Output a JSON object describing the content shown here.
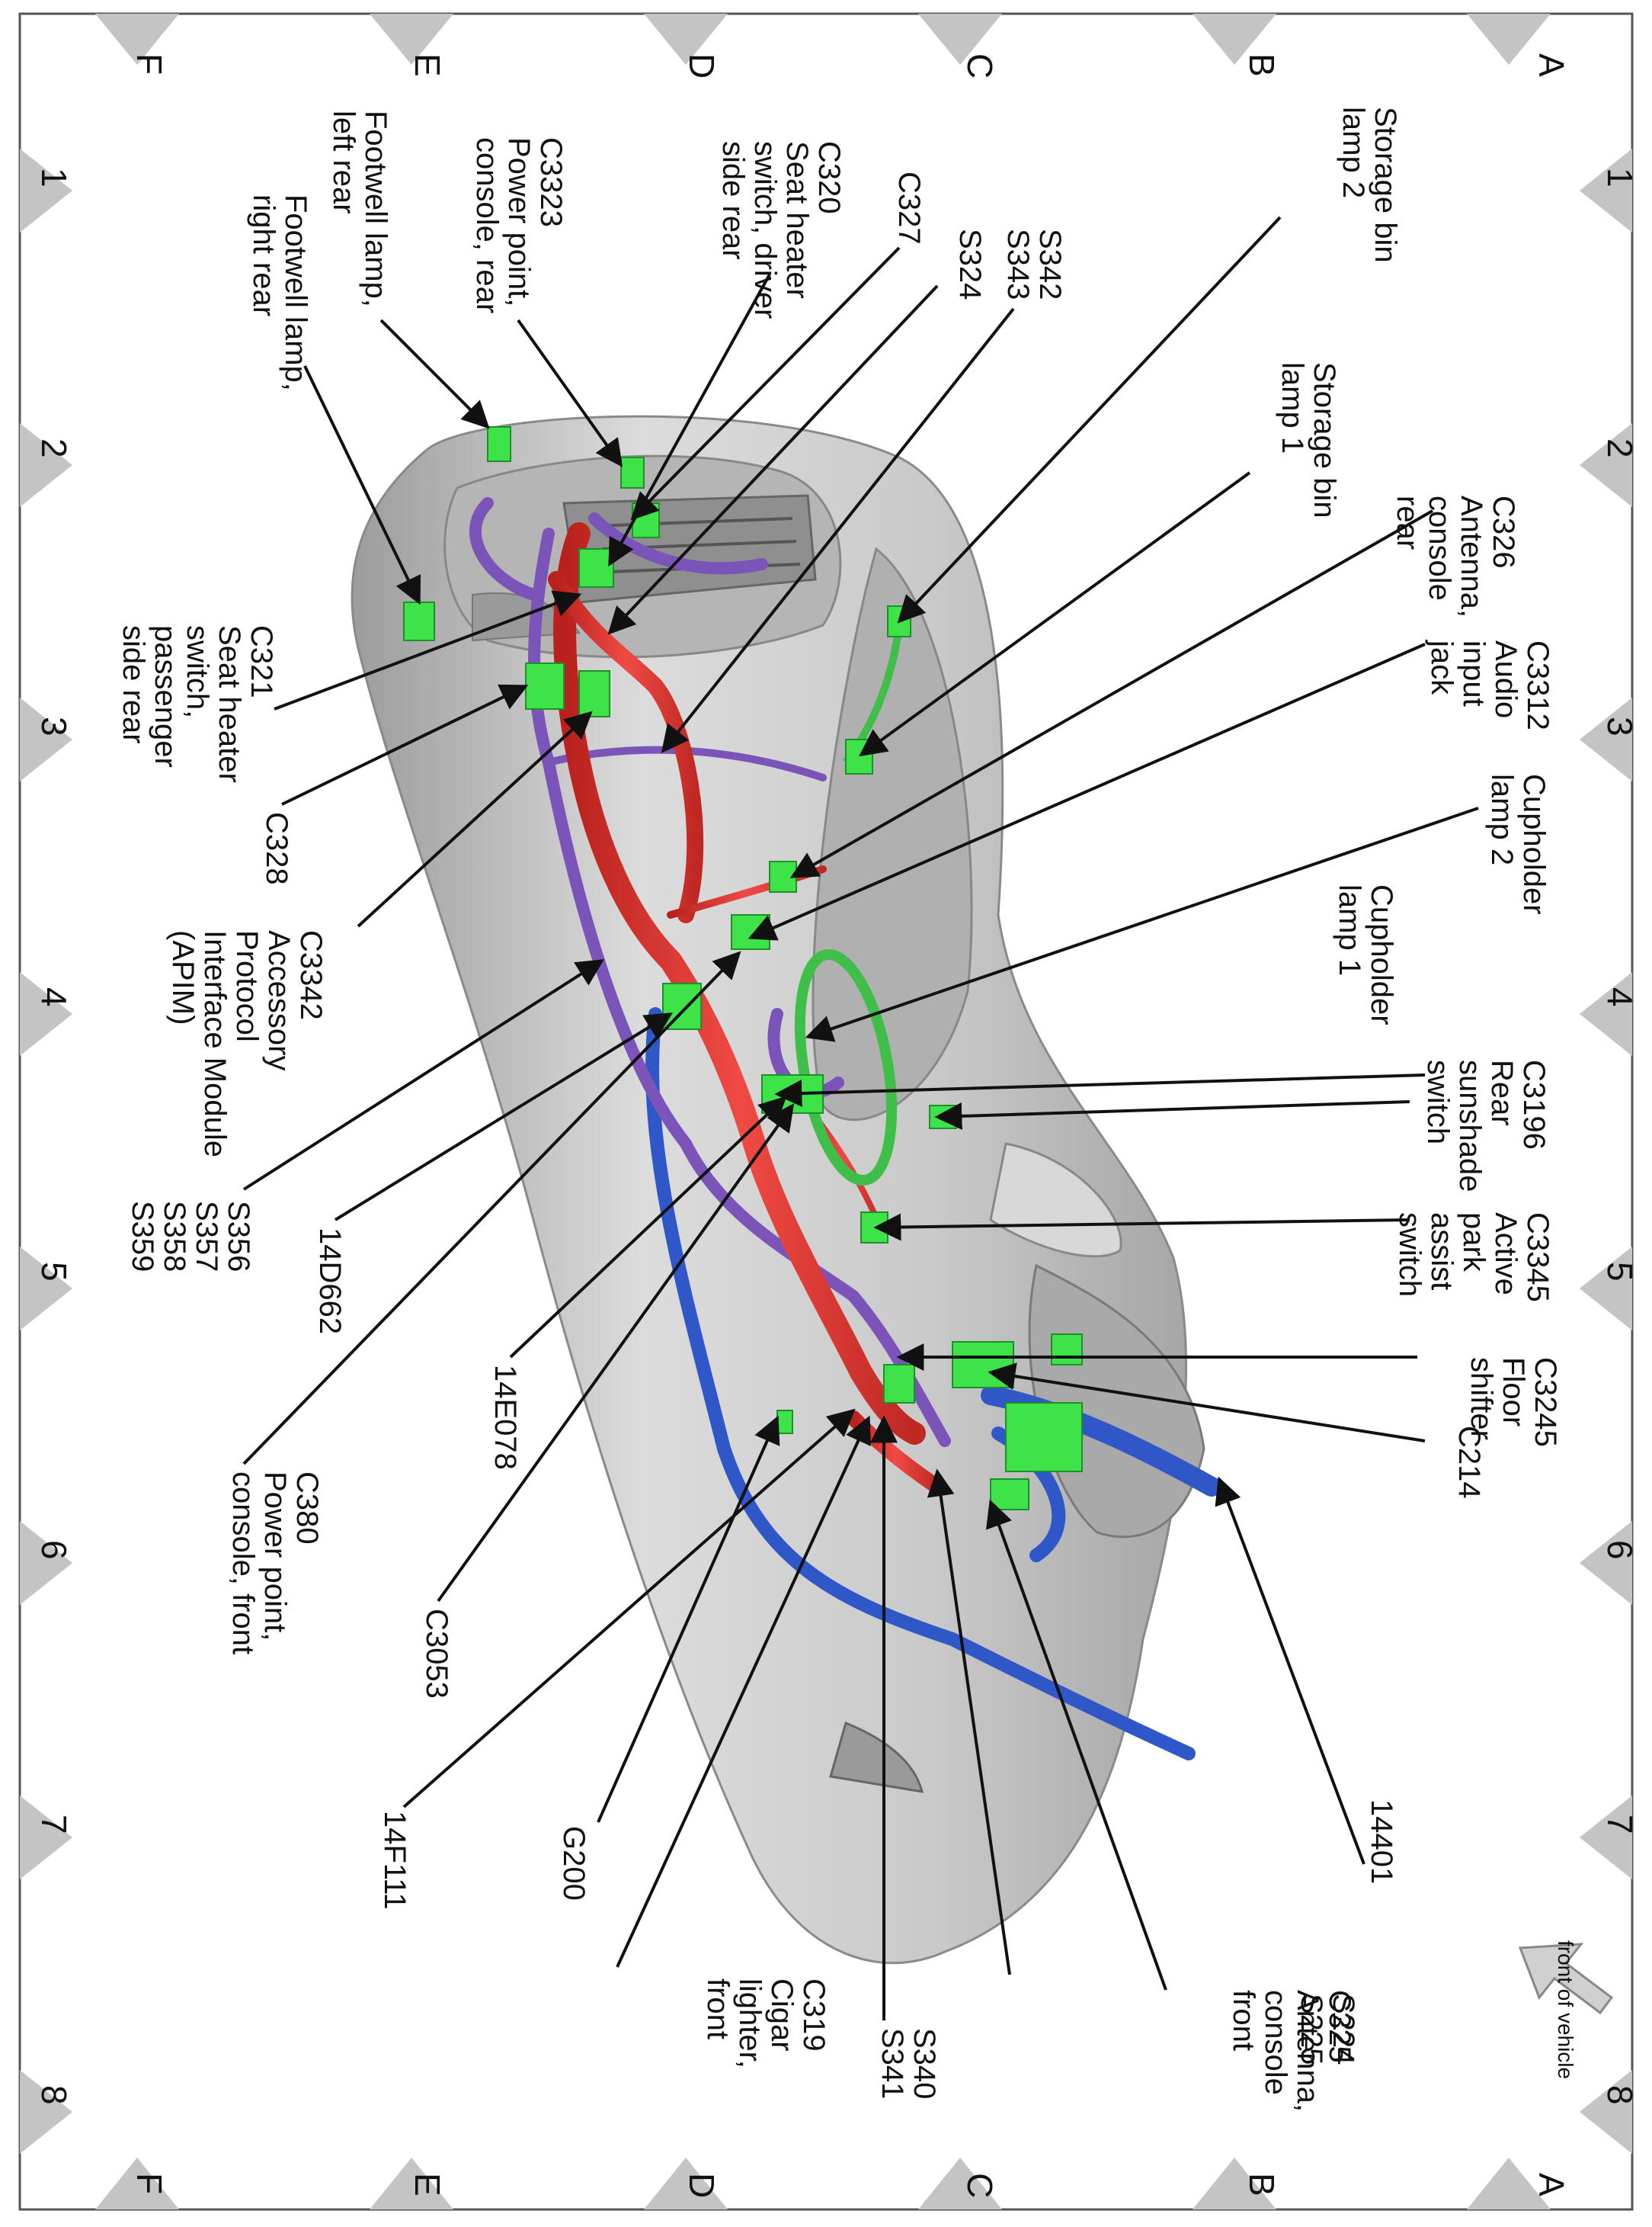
{
  "grid": {
    "rows": [
      "A",
      "B",
      "C",
      "D",
      "E",
      "F"
    ],
    "cols": [
      "1",
      "2",
      "3",
      "4",
      "5",
      "6",
      "7",
      "8"
    ]
  },
  "labels": [
    {
      "id": "storage-bin-lamp-2",
      "lines": [
        "Storage bin",
        "lamp 2"
      ]
    },
    {
      "id": "storage-bin-lamp-1",
      "lines": [
        "Storage bin",
        "lamp 1"
      ]
    },
    {
      "id": "c326",
      "lines": [
        "C326",
        "Antenna,",
        "console",
        "rear"
      ]
    },
    {
      "id": "c3312",
      "lines": [
        "C3312",
        "Audio",
        "input",
        "jack"
      ]
    },
    {
      "id": "cupholder-lamp-2",
      "lines": [
        "Cupholder",
        "lamp 2"
      ]
    },
    {
      "id": "cupholder-lamp-1",
      "lines": [
        "Cupholder",
        "lamp 1"
      ]
    },
    {
      "id": "c3196",
      "lines": [
        "C3196",
        "Rear",
        "sunshade",
        "switch"
      ]
    },
    {
      "id": "c3345",
      "lines": [
        "C3345",
        "Active",
        "park",
        "assist",
        "switch"
      ]
    },
    {
      "id": "c3245",
      "lines": [
        "C3245",
        "Floor",
        "shifter"
      ]
    },
    {
      "id": "c214",
      "lines": [
        "C214"
      ]
    },
    {
      "id": "14401",
      "lines": [
        "14401"
      ]
    },
    {
      "id": "s224-s225",
      "lines": [
        "S224",
        "S225"
      ]
    },
    {
      "id": "c325",
      "lines": [
        "C325",
        "Antenna,",
        "console",
        "front"
      ]
    },
    {
      "id": "s340-s341",
      "lines": [
        "S340",
        "S341"
      ]
    },
    {
      "id": "c319",
      "lines": [
        "C319",
        "Cigar",
        "lighter,",
        "front"
      ]
    },
    {
      "id": "g200",
      "lines": [
        "G200"
      ]
    },
    {
      "id": "14f111",
      "lines": [
        "14F111"
      ]
    },
    {
      "id": "c3053",
      "lines": [
        "C3053"
      ]
    },
    {
      "id": "c380",
      "lines": [
        "C380",
        "Power point,",
        "console, front"
      ]
    },
    {
      "id": "14e078",
      "lines": [
        "14E078"
      ]
    },
    {
      "id": "14d662",
      "lines": [
        "14D662"
      ]
    },
    {
      "id": "s356-s359",
      "lines": [
        "S356",
        "S357",
        "S358",
        "S359"
      ]
    },
    {
      "id": "c3342",
      "lines": [
        "C3342",
        "Accessory",
        "Protocol",
        "Interface Module",
        "(APIM)"
      ]
    },
    {
      "id": "c328",
      "lines": [
        "C328"
      ]
    },
    {
      "id": "c321",
      "lines": [
        "C321",
        "Seat heater",
        "switch,",
        "passenger",
        "side rear"
      ]
    },
    {
      "id": "footwell-right-rear",
      "lines": [
        "Footwell lamp,",
        "right rear"
      ]
    },
    {
      "id": "footwell-left-rear",
      "lines": [
        "Footwell lamp,",
        "left rear"
      ]
    },
    {
      "id": "c3323",
      "lines": [
        "C3323",
        "Power point,",
        "console, rear"
      ]
    },
    {
      "id": "c320",
      "lines": [
        "C320",
        "Seat heater",
        "switch, driver",
        "side rear"
      ]
    },
    {
      "id": "c327",
      "lines": [
        "C327"
      ]
    },
    {
      "id": "s324",
      "lines": [
        "S324"
      ]
    },
    {
      "id": "s342-s343",
      "lines": [
        "S342",
        "S343"
      ]
    }
  ],
  "orientation_note": "front of vehicle",
  "colors": {
    "harness_red": "#e0332e",
    "harness_purple": "#7a54b8",
    "harness_blue": "#2f57c8",
    "harness_green": "#3fbf4a",
    "connector_green": "#3ee34a",
    "console_gray": "#c8c8c8",
    "marker_gray": "#c4c4c4"
  }
}
